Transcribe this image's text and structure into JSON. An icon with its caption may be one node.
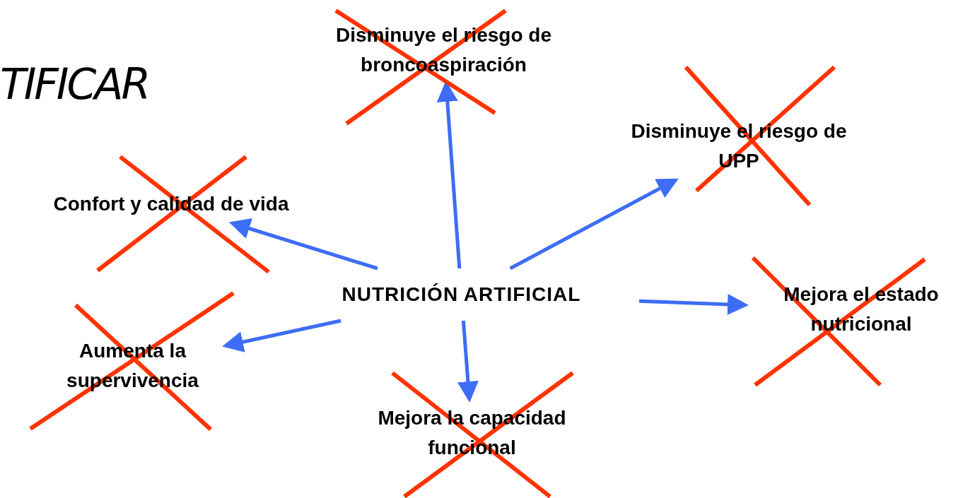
{
  "diagram": {
    "nodes": [
      {
        "text": [
          "Disminuye el riesgo de broncoaspiración"
        ]
      },
      {
        "text": [
          "Disminuye el riesgo de UPP"
        ]
      },
      {
        "text": [
          "Confort y calidad de vida"
        ]
      },
      {
        "text": [
          "NUTRICIÓN ARTIFICIAL"
        ]
      },
      {
        "text": [
          "Mejora el estado nutricional"
        ]
      },
      {
        "text": [
          "Aumenta la supervivencia"
        ]
      },
      {
        "text": [
          "Mejora la capacidad funcional"
        ]
      }
    ],
    "edges": [
      {
        "from": 3,
        "to": 0,
        "arrow": "to",
        "color": "#3d6cf5"
      },
      {
        "from": 3,
        "to": 1,
        "arrow": "to",
        "color": "#3d6cf5"
      },
      {
        "from": 3,
        "to": 2,
        "arrow": "to",
        "color": "#3d6cf5"
      },
      {
        "from": 3,
        "to": 4,
        "arrow": "to",
        "color": "#3d6cf5"
      },
      {
        "from": 3,
        "to": 5,
        "arrow": "to",
        "color": "#3d6cf5"
      },
      {
        "from": 3,
        "to": 6,
        "arrow": "to",
        "color": "#3d6cf5"
      }
    ],
    "labels": [
      "TIFICAR"
    ]
  }
}
